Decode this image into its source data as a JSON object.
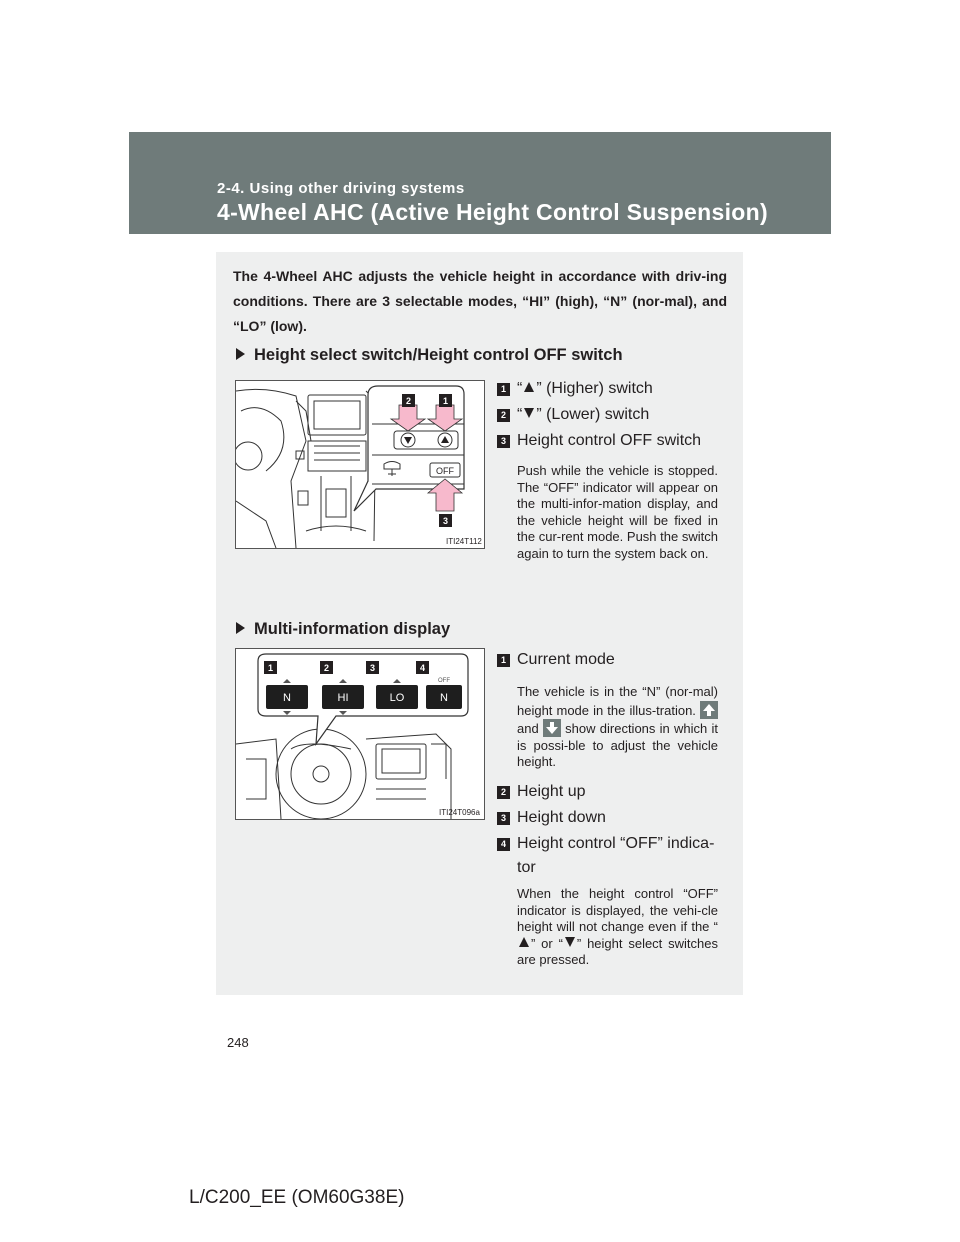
{
  "header": {
    "section": "2-4. Using other driving systems",
    "title": "4-Wheel AHC (Active Height Control Suspension)"
  },
  "intro": "The 4-Wheel AHC adjusts the vehicle height in accordance with driv-ing conditions. There are 3 selectable modes, “HI” (high), “N” (nor-mal), and “LO” (low).",
  "section1": {
    "heading": "Height select switch/Height control OFF switch",
    "figure_code": "ITI24T112",
    "figure_off_label": "OFF",
    "callouts": [
      "2",
      "1",
      "3"
    ],
    "items": [
      {
        "num": "1",
        "pre": "“",
        "post": "” (Higher) switch"
      },
      {
        "num": "2",
        "pre": "“",
        "post": "” (Lower) switch"
      },
      {
        "num": "3",
        "text": "Height control OFF switch"
      }
    ],
    "off_desc": "Push while the vehicle is stopped. The “OFF” indicator will appear on the multi-infor-mation display, and the vehicle height will be fixed in the cur-rent mode. Push the switch again to turn the system back on."
  },
  "section2": {
    "heading": "Multi-information display",
    "figure_code": "ITI24T096a",
    "callouts": [
      "1",
      "2",
      "3",
      "4"
    ],
    "modes": [
      "N",
      "HI",
      "LO",
      "N"
    ],
    "off_small": "OFF",
    "items": [
      {
        "num": "1",
        "text": "Current mode"
      },
      {
        "num": "2",
        "text": "Height up"
      },
      {
        "num": "3",
        "text": "Height down"
      },
      {
        "num": "4",
        "text": "Height control “OFF” indica-",
        "text2": "tor"
      }
    ],
    "mode_desc_a": "The vehicle is in the “N” (nor-mal) height mode in the illus-tration.",
    "mode_desc_and": "and",
    "mode_desc_show": "show",
    "mode_desc_b": "directions in which it is possi-ble to adjust the vehicle height.",
    "off_desc_a": "When the height control “OFF” indicator is displayed, the vehi-cle height will not change even if the “",
    "off_desc_or": "” or “",
    "off_desc_b": "” height select switches are pressed."
  },
  "page_number": "248",
  "footer": "L/C200_EE (OM60G38E)"
}
